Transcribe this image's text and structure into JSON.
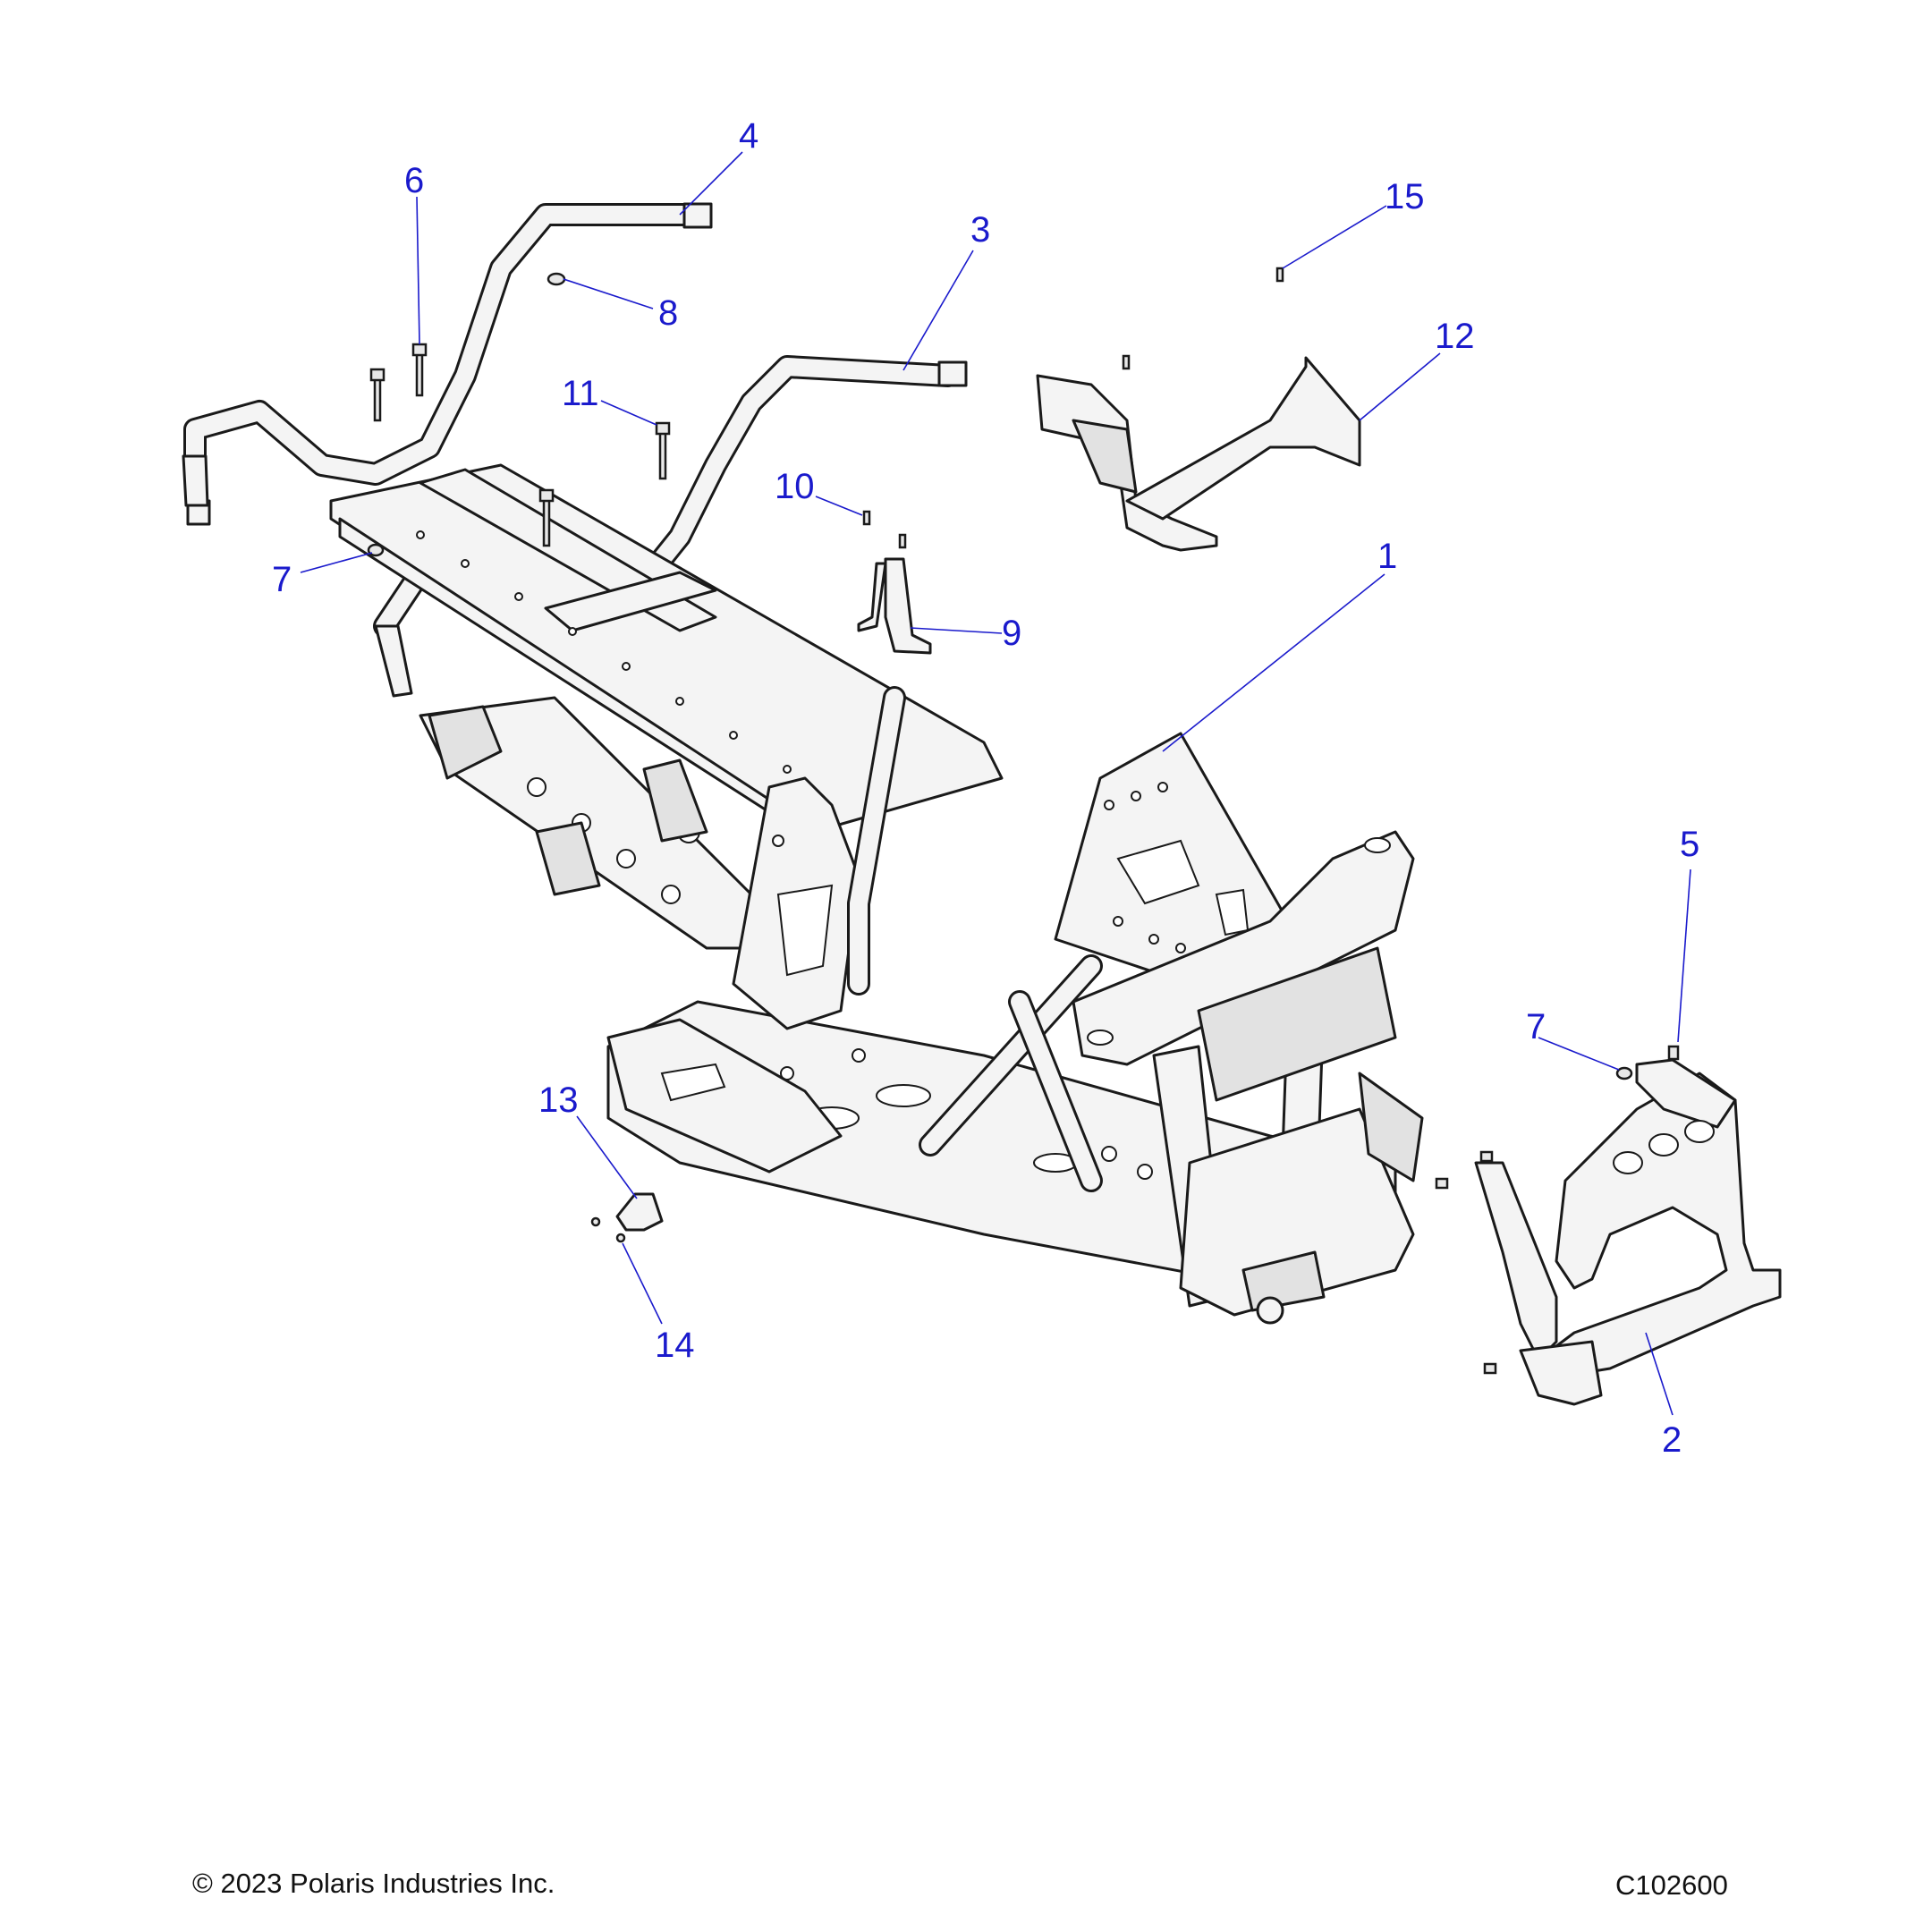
{
  "callouts": {
    "c1": "1",
    "c2": "2",
    "c3": "3",
    "c4": "4",
    "c5": "5",
    "c6": "6",
    "c7a": "7",
    "c7b": "7",
    "c8": "8",
    "c9": "9",
    "c10": "10",
    "c11": "11",
    "c12": "12",
    "c13": "13",
    "c14": "14",
    "c15": "15"
  },
  "footer": {
    "copyright": "© 2023 Polaris Industries Inc.",
    "figure_id": "C102600"
  },
  "colors": {
    "callout": "#1a1acc",
    "line": "#1a1a1a",
    "fill": "#f4f4f4"
  }
}
